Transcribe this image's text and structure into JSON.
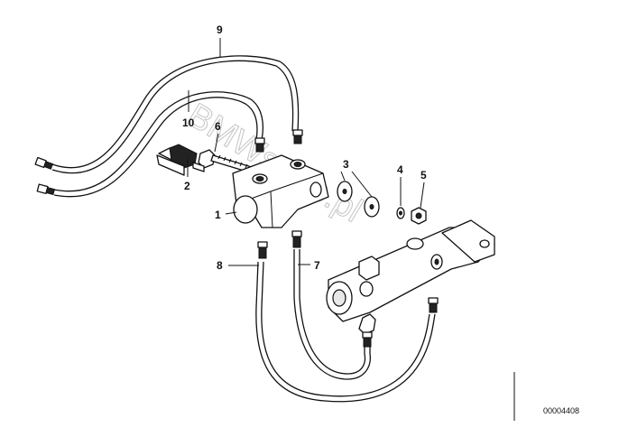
{
  "callouts": {
    "c1": "1",
    "c2": "2",
    "c3": "3",
    "c4": "4",
    "c5": "5",
    "c6": "6",
    "c7": "7",
    "c8": "8",
    "c9": "9",
    "c10": "10"
  },
  "watermark": "BMWstore.pl",
  "reference_number": "00004408"
}
